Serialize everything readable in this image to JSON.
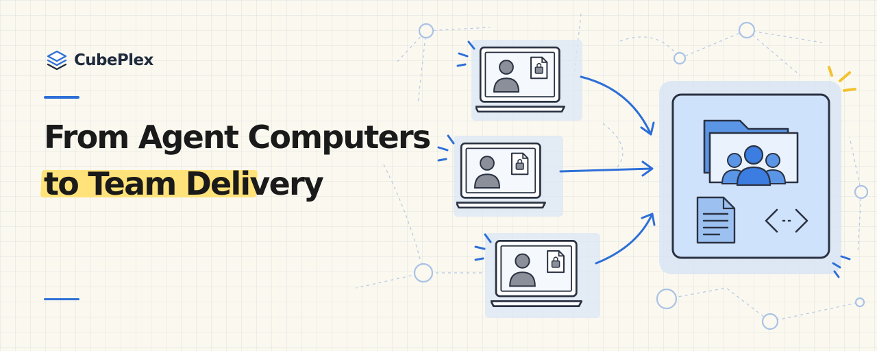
{
  "brand": {
    "name": "CubePlex",
    "icon": "stacked-layers-icon"
  },
  "headline": {
    "line1": "From Agent Computers",
    "line2": "to Team Delivery"
  },
  "illustration": {
    "computer_count": 3,
    "computer_icons": [
      "person-icon",
      "locked-file-icon"
    ],
    "hub_icons": [
      "team-folder-icon",
      "document-icon",
      "code-icon"
    ],
    "colors": {
      "accent": "#2d6fd8",
      "highlight": "#ffe37a",
      "spark": "#f2c230",
      "outline": "#2a3242",
      "background": "#fbf8ef"
    }
  }
}
